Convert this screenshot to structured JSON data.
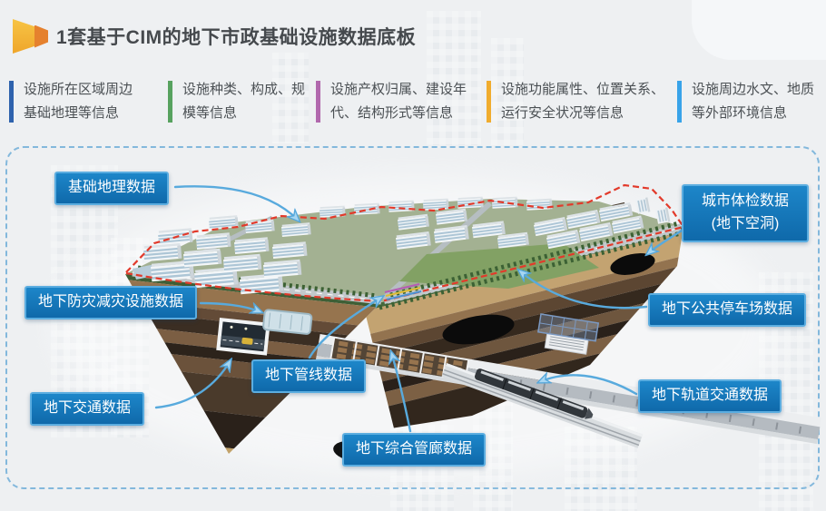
{
  "header": {
    "title": "1套基于CIM的地下市政基础设施数据底板"
  },
  "info_items": [
    {
      "line1": "设施所在区域周边",
      "line2": "基础地理等信息",
      "color": "#2e62ad"
    },
    {
      "line1": "设施种类、构成、规",
      "line2": "模等信息",
      "color": "#57a25f"
    },
    {
      "line1": "设施产权归属、建设年",
      "line2": "代、结构形式等信息",
      "color": "#b168ad"
    },
    {
      "line1": "设施功能属性、位置关系、",
      "line2": "运行安全状况等信息",
      "color": "#f0ac2e"
    },
    {
      "line1": "设施周边水文、地质",
      "line2": "等外部环境信息",
      "color": "#38a3e9"
    }
  ],
  "diagram": {
    "labels": {
      "basic_geography": "基础地理数据",
      "city_checkup_line1": "城市体检数据",
      "city_checkup_line2": "(地下空洞)",
      "disaster_prevention": "地下防灾减灾设施数据",
      "public_parking": "地下公共停车场数据",
      "pipelines": "地下管线数据",
      "underground_traffic": "地下交通数据",
      "utility_tunnel": "地下综合管廊数据",
      "rail_transit": "地下轨道交通数据"
    },
    "colors": {
      "label_background": "#1278c0",
      "label_border": "#5bade0",
      "arrow": "#58aadd",
      "boundary_red_dashed": "#e23a2b",
      "panel_dashed_border": "#83b8dc",
      "title_pennant_yellow": "#f2b237",
      "title_pennant_orange": "#e5812e"
    }
  }
}
